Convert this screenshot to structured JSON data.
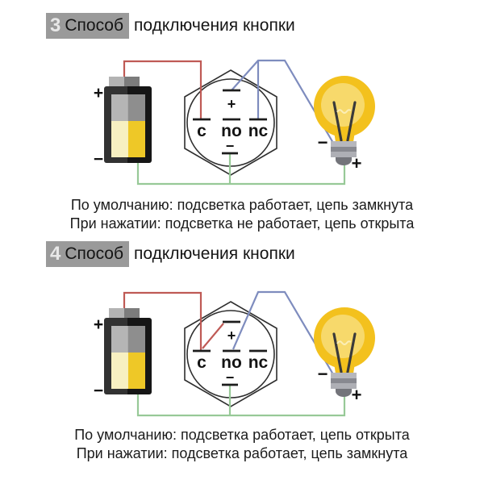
{
  "sections": [
    {
      "badge_number": "3",
      "badge_word": "Способ",
      "title_rest": "подключения кнопки",
      "default_line": "По умолчанию: подсветка работает, цепь замкнута",
      "pressed_line": "При нажатии: подсветка не работает, цепь открыта",
      "wiring": {
        "red_wire": [
          "battery +",
          "terminal c"
        ],
        "blue_wire": [
          "button led +",
          "terminal nc",
          "bulb −"
        ],
        "green_wire": [
          "battery −",
          "button led −",
          "bulb +"
        ]
      }
    },
    {
      "badge_number": "4",
      "badge_word": "Способ",
      "title_rest": "подключения кнопки",
      "default_line": "По умолчанию: подсветка работает, цепь открыта",
      "pressed_line": "При нажатии: подсветка работает, цепь замкнута",
      "wiring": {
        "red_wire": [
          "battery +",
          "terminal c",
          "button led +"
        ],
        "blue_wire": [
          "terminal no",
          "bulb −"
        ],
        "green_wire": [
          "battery −",
          "button led −",
          "bulb +"
        ]
      }
    }
  ],
  "labels": {
    "battery_plus": "+",
    "battery_minus": "−",
    "led_plus": "+",
    "led_minus": "−",
    "terminal_c": "c",
    "terminal_no": "no",
    "terminal_nc": "nc",
    "bulb_minus": "−",
    "bulb_plus": "+"
  },
  "colors": {
    "wire_red": "#bf5a55",
    "wire_blue": "#7e8cbe",
    "wire_green": "#97c997",
    "badge_bg": "#9a9a9a",
    "badge_number": "#e8e8e8",
    "bulb_gold": "#f3c11d",
    "bulb_inner": "#f7d96b",
    "battery_yellow_pale": "#f6eeb9",
    "battery_yellow": "#eec827",
    "outline_dark": "#2e2e2e"
  }
}
